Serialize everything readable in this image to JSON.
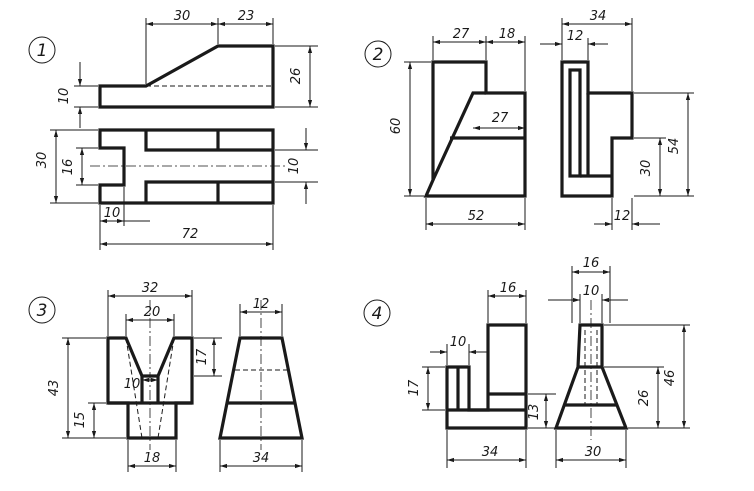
{
  "exercises": [
    {
      "number": "1",
      "dims": {
        "d30": "30",
        "d23": "23",
        "d10a": "10",
        "d26": "26",
        "d30v": "30",
        "d16": "16",
        "d10b": "10",
        "d10c": "10",
        "d72": "72"
      }
    },
    {
      "number": "2",
      "dims": {
        "d27a": "27",
        "d18": "18",
        "d34": "34",
        "d12a": "12",
        "d60": "60",
        "d27b": "27",
        "d52": "52",
        "d30": "30",
        "d54": "54",
        "d12b": "12"
      }
    },
    {
      "number": "3",
      "dims": {
        "d32": "32",
        "d20": "20",
        "d12": "12",
        "d43": "43",
        "d17": "17",
        "d10": "10",
        "d15": "15",
        "d18": "18",
        "d34": "34"
      }
    },
    {
      "number": "4",
      "dims": {
        "d16a": "16",
        "d16b": "16",
        "d10a": "10",
        "d10b": "10",
        "d17": "17",
        "d46": "46",
        "d26": "26",
        "d13": "13",
        "d34": "34",
        "d30": "30"
      }
    }
  ]
}
